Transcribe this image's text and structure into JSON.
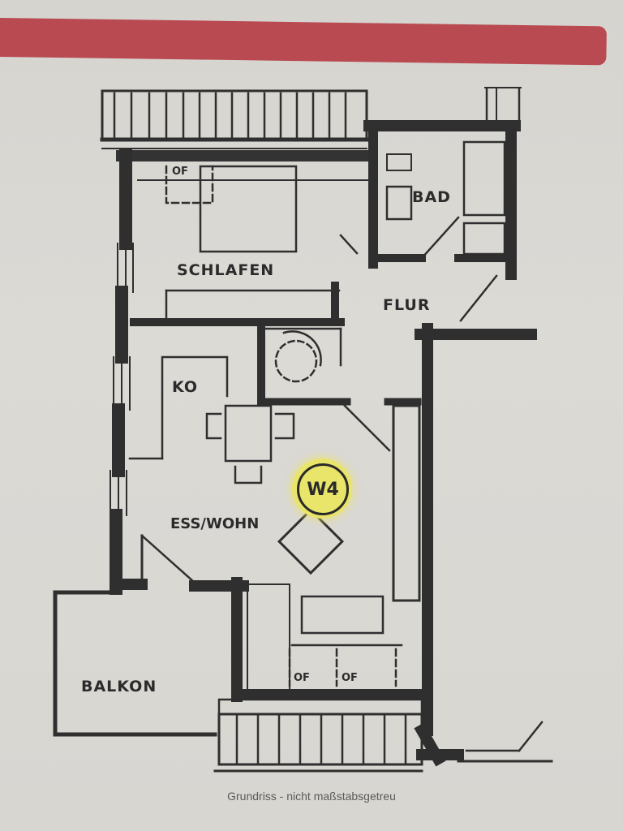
{
  "header": {
    "band_color": "#b94a51"
  },
  "floorplan": {
    "unit_badge": {
      "label": "W4",
      "highlight_color": "#e9e46a"
    },
    "rooms": [
      {
        "id": "schlafen",
        "label": "SCHLAFEN"
      },
      {
        "id": "bad",
        "label": "BAD"
      },
      {
        "id": "flur",
        "label": "FLUR"
      },
      {
        "id": "ko",
        "label": "KO"
      },
      {
        "id": "ess_wohn",
        "label": "ESS/WOHN"
      },
      {
        "id": "balkon",
        "label": "BALKON"
      }
    ],
    "markers": [
      {
        "id": "of_schlafen",
        "label": "OF"
      },
      {
        "id": "of_wohn_1",
        "label": "OF"
      },
      {
        "id": "of_wohn_2",
        "label": "OF"
      }
    ]
  },
  "caption": "Grundriss - nicht maßstabsgetreu"
}
